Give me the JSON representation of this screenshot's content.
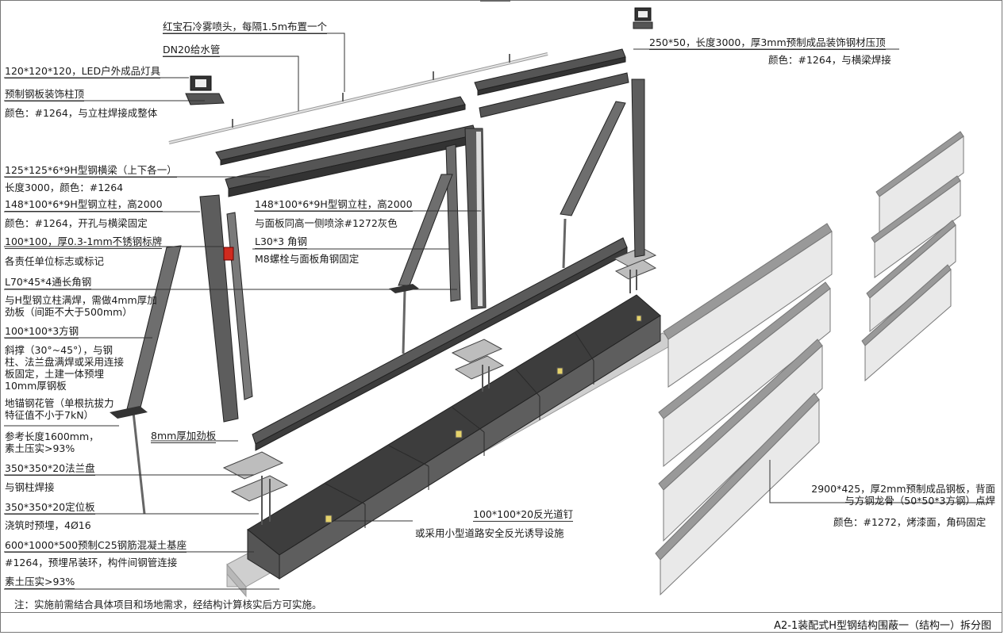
{
  "figure_title": "A2-1装配式H型钢结构围蔽一（结构一）拆分图",
  "note": "注：实施前需结合具体项目和场地需求，经结构计算核实后方可实施。",
  "colors": {
    "steel_dark": "#4a4a4a",
    "steel_mid": "#6b6b6b",
    "steel_light": "#9a9a9a",
    "concrete_top": "#3a3a3a",
    "concrete_side": "#5c5c5c",
    "panel_face": "#e9e9e9",
    "panel_edge": "#8a8a8a",
    "gravel": "#cfcfcf",
    "leader": "#333333",
    "reflector": "#e6d36b",
    "sign": "#d02b1f"
  },
  "labels": {
    "spray_head": "红宝石冷雾喷头，每隔1.5m布置一个",
    "water_pipe": "DN20给水管",
    "led_lamp": "120*120*120，LED户外成品灯具",
    "post_cap": "预制钢板装饰柱顶",
    "post_cap_color": "颜色：#1264，与立柱焊接成整体",
    "beam": "125*125*6*9H型钢横梁（上下各一）",
    "beam_spec": "长度3000，颜色：#1264",
    "post_a": "148*100*6*9H型钢立柱，高2000",
    "post_a_color": "颜色：#1264，开孔与横梁固定",
    "post_b": "148*100*6*9H型钢立柱，高2000",
    "post_b_color": "与面板同高一侧喷涂#1272灰色",
    "angle_l30": "L30*3 角钢",
    "angle_bolt": "M8螺栓与面板角钢固定",
    "sign_plate": "100*100，厚0.3-1mm不锈钢标牌",
    "sign_plate_note": "各责任单位标志或标记",
    "angle_l70": "L70*45*4通长角钢",
    "angle_l70_note": "与H型钢立柱满焊，需做4mm厚加劲板（间距不大于500mm）",
    "square_tube": "100*100*3方钢",
    "brace_note": "斜撑（30°~45°），与钢柱、法兰盘满焊或采用连接板固定，土建一体预埋10mm厚钢板",
    "anchor": "地锚钢花管（单根抗拔力特征值不小于7kN）",
    "anchor_len": "参考长度1600mm，素土压实>93%",
    "stiffener": "8mm厚加劲板",
    "flange": "350*350*20法兰盘",
    "flange_note": "与钢柱焊接",
    "locate_plate": "350*350*20定位板",
    "locate_note": "浇筑时预埋，4Ø16",
    "base": "600*1000*500预制C25钢筋混凝土基座",
    "base_note": "#1264，预埋吊装环，构件间钢管连接",
    "soil": "素土压实>93%",
    "top_cap": "250*50，长度3000，厚3mm预制成品装饰钢材压顶",
    "top_cap_color": "颜色：#1264，与横梁焊接",
    "reflector": "100*100*20反光道钉",
    "reflector_note": "或采用小型道路安全反光诱导设施",
    "panel": "2900*425，厚2mm预制成品钢板，背面与方钢龙骨（50*50*3方钢）点焊",
    "panel_color": "颜色：#1272，烤漆面，角码固定"
  }
}
